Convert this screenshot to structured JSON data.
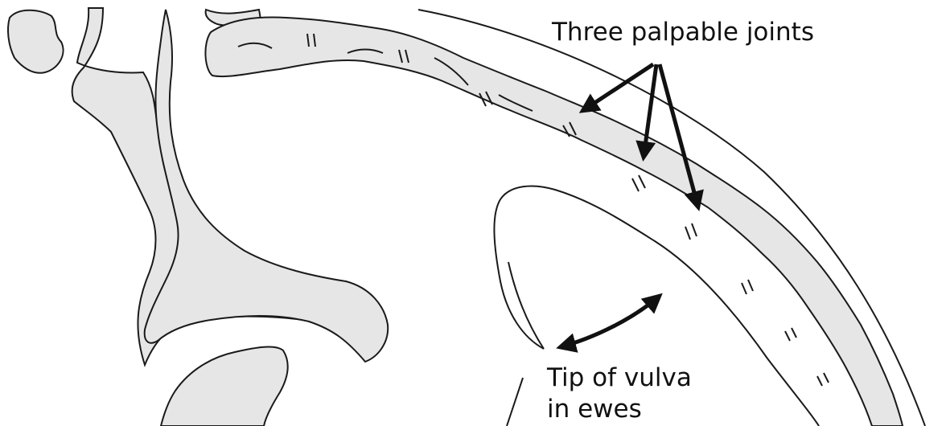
{
  "labels": {
    "palpable_joints": "Three palpable joints",
    "vulva_line1": "Tip of vulva",
    "vulva_line2": "in ewes"
  },
  "colors": {
    "bone_fill": "#e6e6e6",
    "outline": "#1a1a1a",
    "background": "#ffffff"
  }
}
